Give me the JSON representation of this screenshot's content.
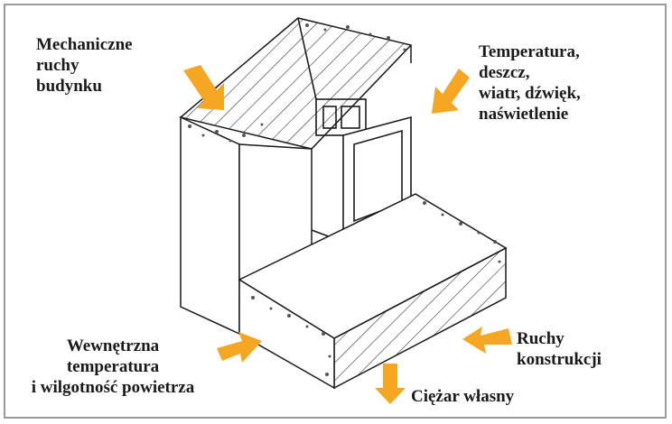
{
  "labels": {
    "mechanical": [
      "Mechaniczne",
      "ruchy",
      "budynku"
    ],
    "weather": [
      "Temperatura,",
      "deszcz,",
      "wiatr, dźwięk,",
      "naświetlenie"
    ],
    "construction": [
      "Ruchy",
      "konstrukcji"
    ],
    "interior": [
      "Wewnętrzna",
      "temperatura",
      "i wilgotność powietrza"
    ],
    "weight": [
      "Ciężar własny"
    ]
  },
  "colors": {
    "arrow": "#f5a623",
    "line": "#1a1a1a",
    "frame": "#9a9a9a"
  }
}
